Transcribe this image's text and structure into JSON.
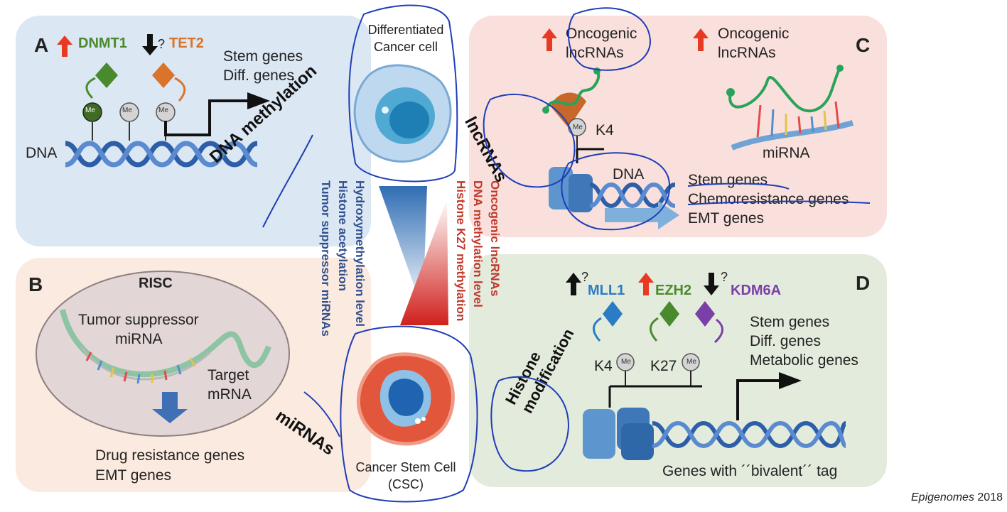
{
  "panels": {
    "a": {
      "letter": "A",
      "enzyme1": "DNMT1",
      "question": "?",
      "enzyme2": "TET2",
      "genes": [
        "Stem genes",
        "Diff. genes"
      ],
      "dna_label": "DNA",
      "me": "Me",
      "section_label": "DNA methylation"
    },
    "b": {
      "letter": "B",
      "risc": "RISC",
      "mirna": [
        "Tumor suppressor",
        "miRNA"
      ],
      "target": [
        "Target",
        "mRNA"
      ],
      "genes": [
        "Drug resistance genes",
        "EMT genes"
      ],
      "section_label": "miRNAs"
    },
    "c": {
      "letter": "C",
      "onco1": [
        "Oncogenic",
        "lncRNAs"
      ],
      "onco2": [
        "Oncogenic",
        "lncRNAs"
      ],
      "k4": "K4",
      "me": "Me",
      "dna": "DNA",
      "mirna": "miRNA",
      "genes": [
        "Stem genes",
        "Chemoresistance genes",
        "EMT genes"
      ],
      "section_label": "lncRNAs"
    },
    "d": {
      "letter": "D",
      "q1": "?",
      "enzyme1": "MLL1",
      "enzyme2": "EZH2",
      "q2": "?",
      "enzyme3": "KDM6A",
      "genes": [
        "Stem genes",
        "Diff. genes",
        "Metabolic genes"
      ],
      "k4": "K4",
      "k27": "K27",
      "me": "Me",
      "bivalent": "Genes with ´´bivalent´´ tag",
      "section_label": [
        "Histone",
        "modification"
      ]
    }
  },
  "center": {
    "top_cell": [
      "Differentiated",
      "Cancer cell"
    ],
    "bottom_cell": [
      "Cancer Stem Cell",
      "(CSC)"
    ],
    "blue_list": [
      "Hydroxymethylation level",
      "Histone acetylation",
      "Tumor suppressor miRNAs"
    ],
    "red_list": [
      "Oncogenic lncRNAs",
      "DNA methylation level",
      "Histone K27 methylation"
    ]
  },
  "citation": {
    "journal": "Epigenomes",
    "year": "2018"
  },
  "colors": {
    "blue_text": "#2f4f8f",
    "red_text": "#c0392b",
    "up_arrow": "#e83a22",
    "green": "#4a8a2e",
    "orange": "#d9742a",
    "mll1_blue": "#2b7cc4",
    "kdm6a_purple": "#7b3fa8",
    "ink": "#1f3db8"
  }
}
